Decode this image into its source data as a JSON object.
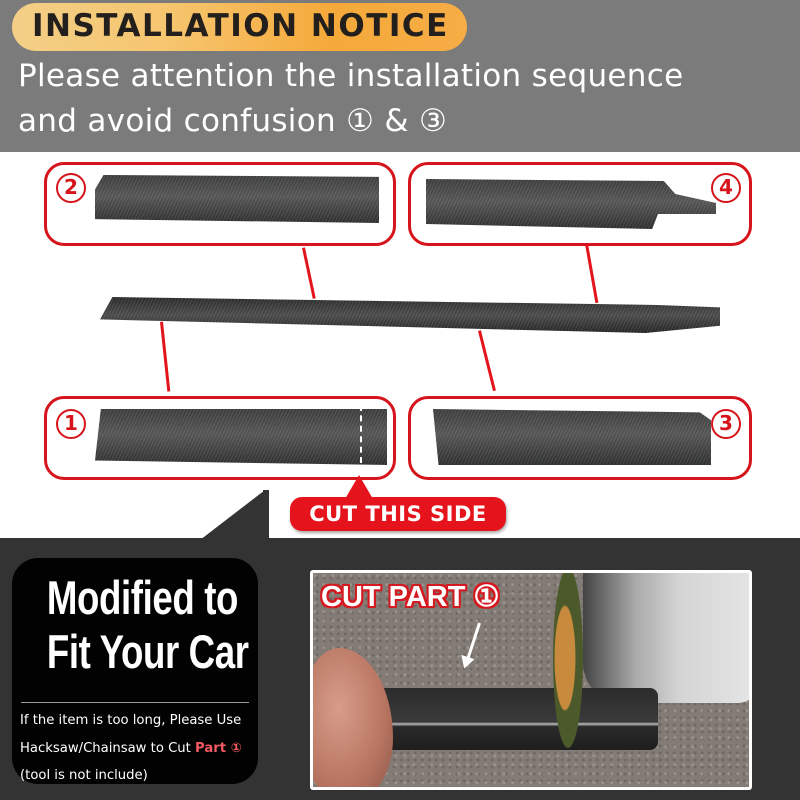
{
  "header": {
    "badge": "INSTALLATION NOTICE",
    "subtitle_line1": "Please attention the installation sequence",
    "subtitle_line2": "and avoid confusion ① & ③",
    "badge_gradient": [
      "#f3cf87",
      "#f5a93a"
    ],
    "background": "#7b7b7c"
  },
  "diagram": {
    "accent_color": "#d6141b",
    "parts": [
      {
        "number": "②",
        "label": "2",
        "position": "top-left"
      },
      {
        "number": "④",
        "label": "4",
        "position": "top-right"
      },
      {
        "number": "①",
        "label": "1",
        "position": "bottom-left"
      },
      {
        "number": "③",
        "label": "3",
        "position": "bottom-right"
      }
    ],
    "assembled_part": "full side skirt",
    "cut_callout": "CUT THIS SIDE"
  },
  "modify_card": {
    "title_line1": "Modified to",
    "title_line2": "Fit Your Car",
    "text_line1": "If the item is too long, Please Use",
    "text_line2_prefix": "Hacksaw/Chainsaw to Cut ",
    "text_line2_highlight": "Part ①",
    "text_line3": "(tool is not include)",
    "highlight_color": "#f35a61"
  },
  "photo": {
    "label": "CUT PART ①",
    "label_outline_color": "#d41a20"
  }
}
